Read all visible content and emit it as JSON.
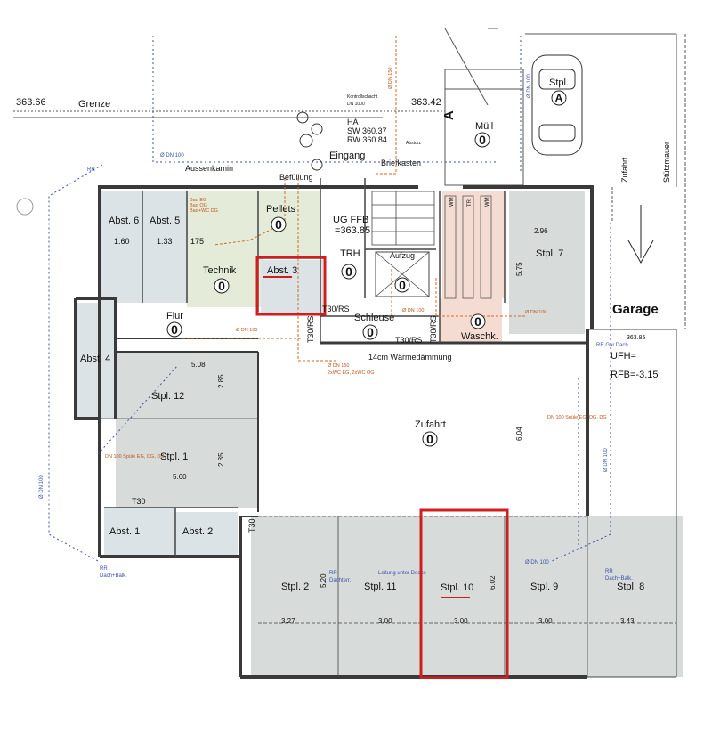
{
  "colors": {
    "wall": "#3a3a3a",
    "parking": "#d7dbd9",
    "storage": "#dbe3e6",
    "technik": "#e4ecd9",
    "waschk": "#f4dcd2",
    "highlight": "#d21d1d",
    "sewer": "#d06a2a",
    "drain": "#3b52a8"
  },
  "header": {
    "elev_left": "363.66",
    "boundary": "Grenze",
    "elev_right": "363.42",
    "kontroll_1": "Kontrollschacht",
    "kontroll_2": "DN 1000",
    "ha_1": "HA",
    "ha_2": "SW 360.37",
    "ha_3": "RW 360.84",
    "absturz": "Absturz",
    "eingang": "Eingang",
    "briefkasten": "Briefkasten",
    "muell": "Müll",
    "aussenkamin": "Aussenkamin",
    "befuellung": "Befüllung",
    "zufahrt_vert": "Zufahrt",
    "stuetzmauer": "Stützmauer",
    "marker_a": "A",
    "top_stpl": "Stpl.",
    "top_stpl_a": "A",
    "garage": "Garage",
    "garage_elev": "363.85",
    "ufh_1": "UFH=",
    "ufh_2": "RFB=-3.15",
    "rr_gar": "RR Gar.Dach"
  },
  "rooms": {
    "abst6": "Abst. 6",
    "abst5": "Abst. 5",
    "dim_160": "1.60",
    "dim_133": "1.33",
    "dim_175": "175",
    "technik": "Technik",
    "pellets": "Pellets",
    "abst3": "Abst. 3",
    "ug_ffb_1": "UG FFB",
    "ug_ffb_2": "=363.85",
    "trh": "TRH",
    "aufzug": "Aufzug",
    "schleuse": "Schleuse",
    "waschk": "Waschk.",
    "flur": "Flur",
    "abst4": "Abst. 4",
    "t30rs_1": "T30/RS",
    "t30rs_2": "T30/RS",
    "t30rs_3": "T30/RS",
    "t30rs_4": "T30/RS",
    "waermedaemmung": "14cm Wärmedämmung",
    "stpl12": "Stpl. 12",
    "stpl1": "Stpl. 1",
    "stpl7": "Stpl. 7",
    "zufahrt": "Zufahrt",
    "abst1": "Abst. 1",
    "abst2": "Abst. 2",
    "t30_a": "T30",
    "t30_b": "T30",
    "stpl2": "Stpl. 2",
    "stpl11": "Stpl. 11",
    "stpl10": "Stpl. 10",
    "stpl9": "Stpl. 9",
    "stpl8": "Stpl. 8",
    "zero": "0",
    "wm": "WM",
    "tr": "TR"
  },
  "dims": {
    "d508": "5.08",
    "d285a": "2.85",
    "d560": "5.60",
    "d285b": "2.85",
    "d296": "2.96",
    "d575": "5.75",
    "d604": "6.04",
    "d520": "5.20",
    "d602": "6.02",
    "d327": "3.27",
    "d300a": "3.00",
    "d300b": "3.00",
    "d300c": "3.00",
    "d343": "3.43"
  },
  "notes": {
    "dn100": "Ø DN 100",
    "dn150": "Ø DN 150",
    "bad_eg": "Bad EG",
    "bad_og": "Bad OG",
    "bad_wc": "Bad+WC DG",
    "dn150_sub": "2xWC EG, 2xWC OG",
    "spule": "DN 100 Spüle EG, OG, DG",
    "rr": "RR",
    "rr_dach": "Dach+Balk.",
    "rr_dachterr": "Dachterr.",
    "leitung": "Leitung unter Decke"
  }
}
